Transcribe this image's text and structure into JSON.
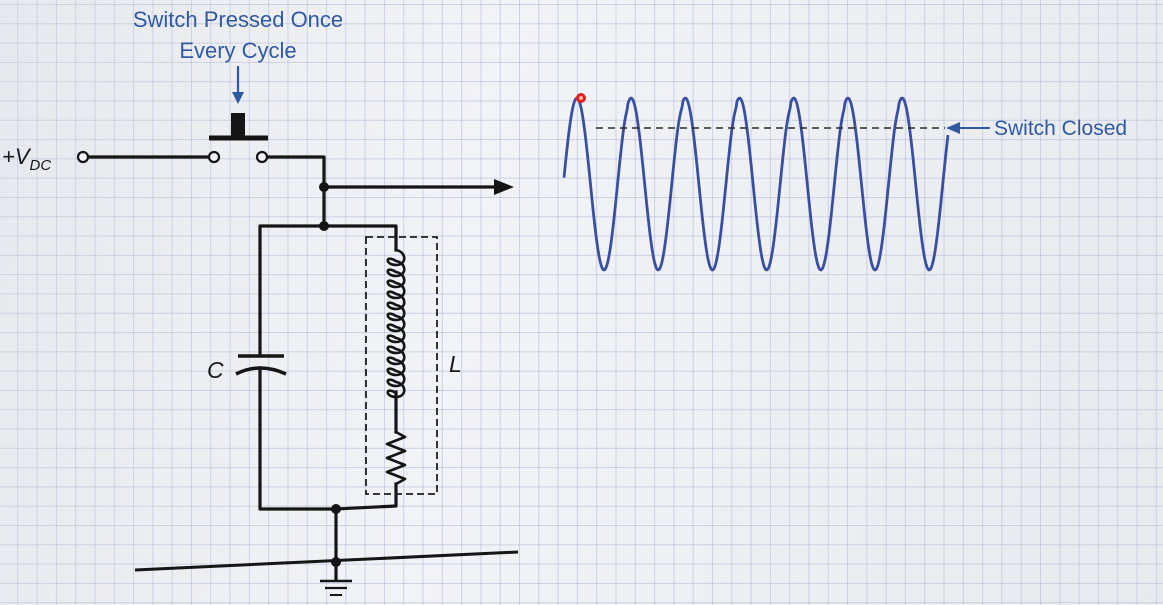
{
  "labels": {
    "switch_line1": "Switch Pressed Once",
    "switch_line2": "Every Cycle",
    "vdc_prefix": "+V",
    "vdc_sub": "DC",
    "capacitor": "C",
    "inductor": "L",
    "switch_closed": "Switch Closed"
  },
  "colors": {
    "annotation": "#2f5aa3",
    "waveform": "#3a4fa0",
    "wire": "#151515",
    "grid": "#8a9ccc",
    "cursor_dot": "#e02020"
  },
  "waveform": {
    "cycles": 7,
    "shape": "sine with small notch on rising edge where switch closes"
  },
  "icons": {
    "ground": "ground-icon",
    "pushbutton": "pushbutton-switch-icon",
    "output_arrow": "arrow-right-icon",
    "cursor": "red-dot-icon"
  }
}
